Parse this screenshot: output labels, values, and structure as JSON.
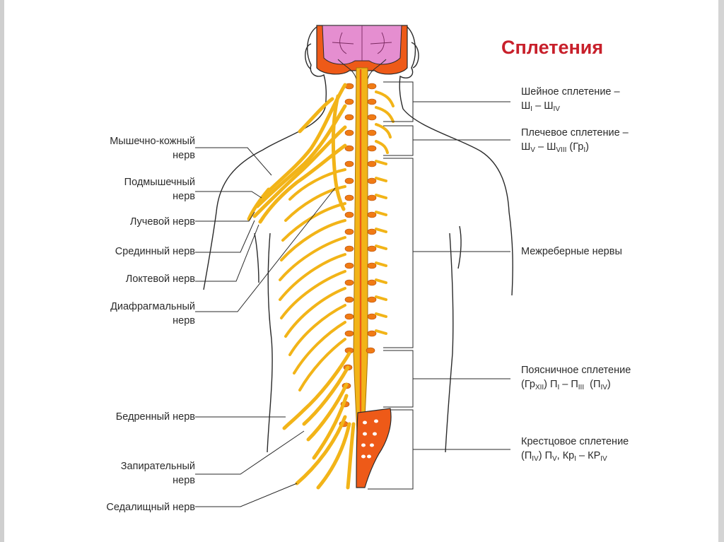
{
  "title": "Сплетения",
  "left_labels": {
    "musculocutaneous": [
      "Мышечно-кожный",
      "нерв"
    ],
    "axillary": [
      "Подмышечный",
      "нерв"
    ],
    "radial": "Лучевой нерв",
    "median": "Срединный нерв",
    "ulnar": "Локтевой нерв",
    "phrenic": [
      "Диафрагмальный",
      "нерв"
    ],
    "femoral": "Бедренный нерв",
    "obturator": [
      "Запирательный",
      "нерв"
    ],
    "sciatic": "Седалищный нерв"
  },
  "right_labels": {
    "cervical": {
      "line1": "Шейное сплетение –",
      "a": "Ш",
      "a_sub": "I",
      "sep": " – ",
      "b": "Ш",
      "b_sub": "IV"
    },
    "brachial": {
      "line1": "Плечевое сплетение –",
      "a": "Ш",
      "a_sub": "V",
      "sep": " – ",
      "b": "Ш",
      "b_sub": "VIII",
      "c": " (Гр",
      "c_sub": "I",
      "c_end": ")"
    },
    "intercostal": "Межреберные нервы",
    "lumbar": {
      "line1": "Поясничное сплетение",
      "a": "(Гр",
      "a_sub": "XII",
      "a_end": ") П",
      "b_sub": "I",
      "sep": " – П",
      "c_sub": "III",
      "d": "  (П",
      "d_sub": "IV",
      "d_end": ")"
    },
    "sacral": {
      "line1": "Крестцовое сплетение",
      "a": "(П",
      "a_sub": "IV",
      "a_end": ") П",
      "b_sub": "V",
      "sep": ", Кр",
      "c_sub": "I",
      "d": " – КР",
      "d_sub": "IV"
    }
  },
  "colors": {
    "nerve": "#f2b418",
    "nerve_dark": "#c98a10",
    "ganglion": "#f07a14",
    "bone": "#ee5a18",
    "brain": "#e58ed0",
    "title": "#c8202b"
  }
}
